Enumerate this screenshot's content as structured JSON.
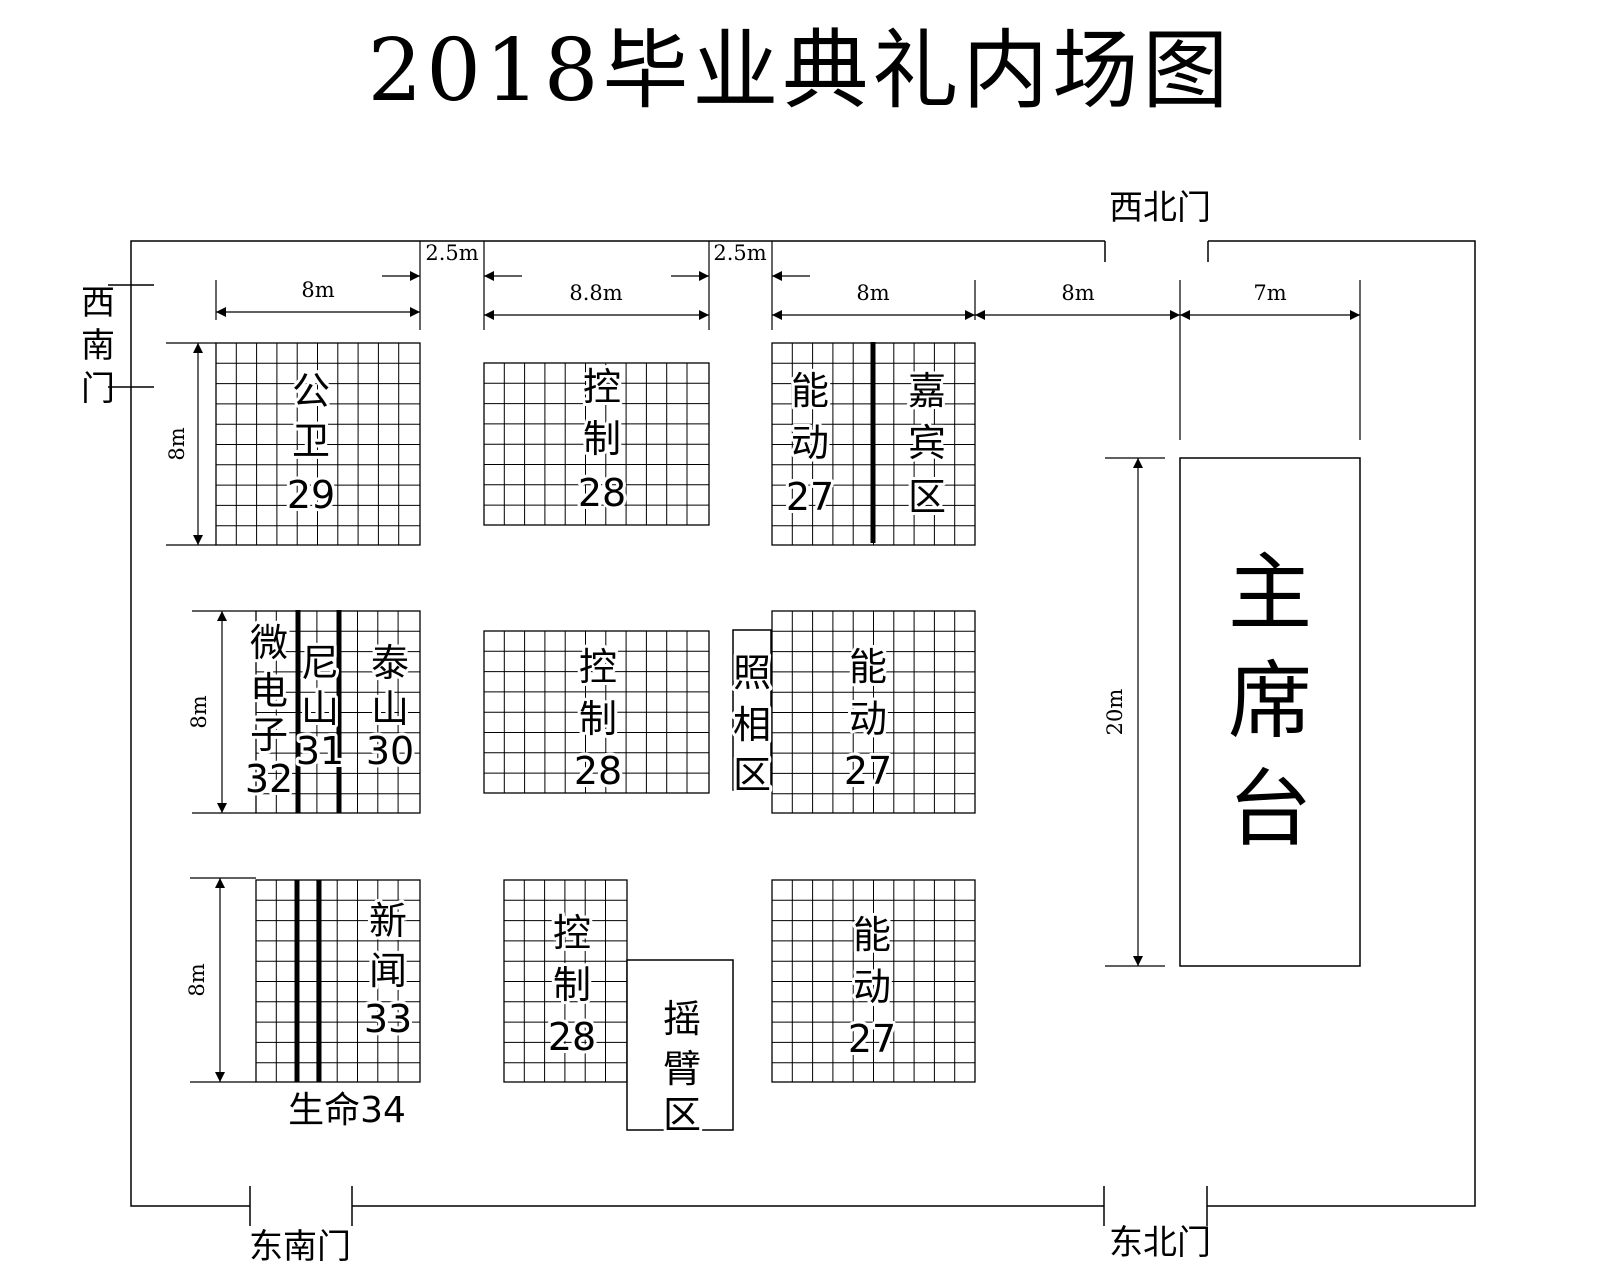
{
  "title": "2018毕业典礼内场图",
  "gates": {
    "northwest": "西北门",
    "northeast": "东北门",
    "southeast": "东南门",
    "southwest": [
      "西",
      "南",
      "门"
    ]
  },
  "dimensions": {
    "block_width_8": "8m",
    "gap_2_5": "2.5m",
    "mid_width": "8.8m",
    "stage_depth": "7m",
    "block_height_8": "8m",
    "stage_length": "20m"
  },
  "stage": [
    "主",
    "席",
    "台"
  ],
  "areas": {
    "gongwei": [
      "公",
      "卫",
      "29"
    ],
    "kongzhi_1": [
      "控",
      "制",
      "28"
    ],
    "nengdong_1": [
      "能",
      "动",
      "27"
    ],
    "jiabin": [
      "嘉",
      "宾",
      "区"
    ],
    "weidianzi": [
      "微",
      "电",
      "子",
      "32"
    ],
    "nishan": [
      "尼",
      "山",
      "31"
    ],
    "taishan": [
      "泰",
      "山",
      "30"
    ],
    "kongzhi_2": [
      "控",
      "制",
      "28"
    ],
    "zhaoxiang": [
      "照",
      "相",
      "区"
    ],
    "nengdong_2": [
      "能",
      "动",
      "27"
    ],
    "xinwen": [
      "新",
      "闻",
      "33"
    ],
    "shengming": "生命34",
    "kongzhi_3": [
      "控",
      "制",
      "28"
    ],
    "yaobi": [
      "摇",
      "臂",
      "区"
    ],
    "nengdong_3": [
      "能",
      "动",
      "27"
    ]
  }
}
